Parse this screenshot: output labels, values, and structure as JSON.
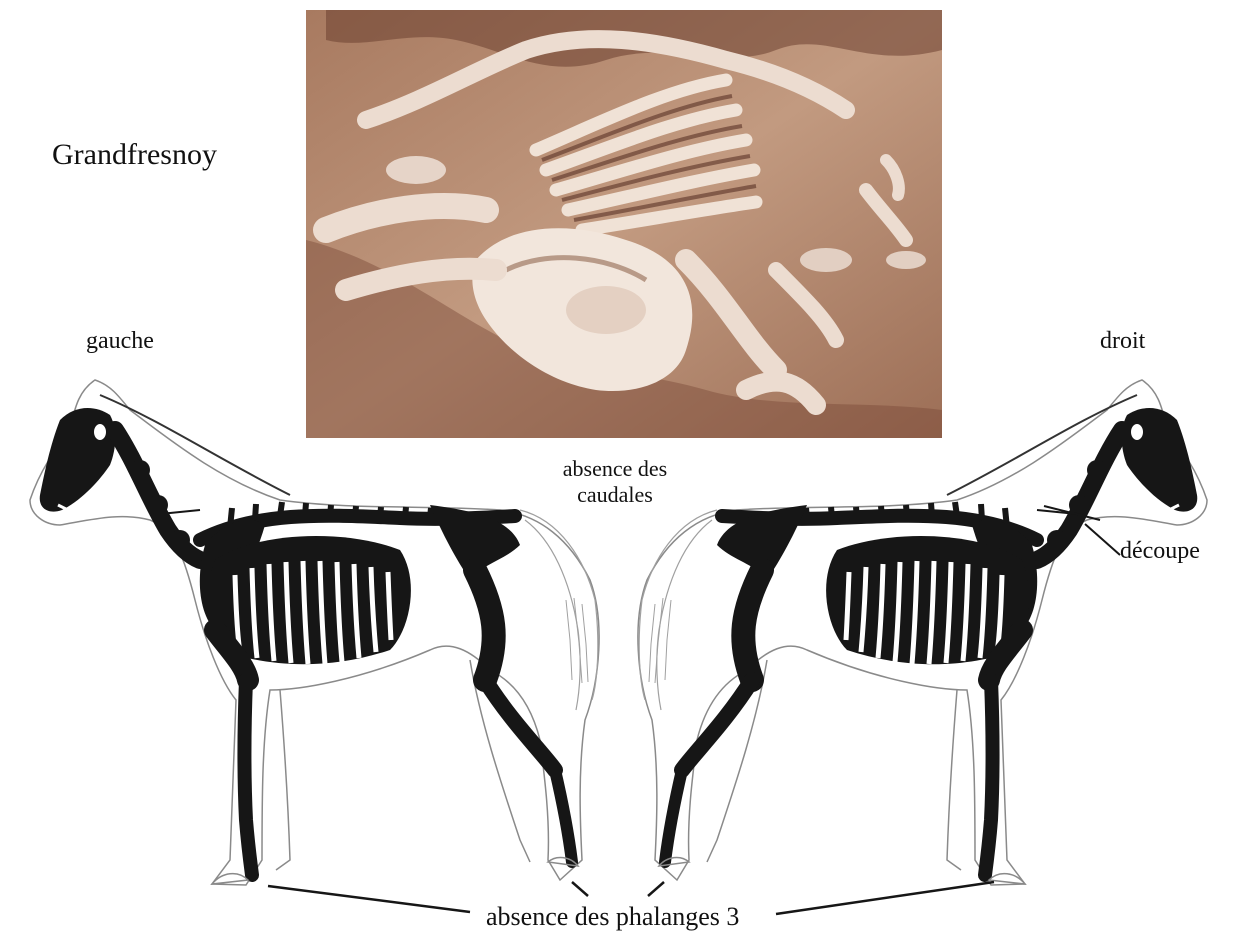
{
  "figure": {
    "site_name": "Grandfresnoy",
    "left_side_label": "gauche",
    "right_side_label": "droit",
    "caudal_annotation": "absence des caudales",
    "cut_annotation": "découpe",
    "phalanx_annotation": "absence des phalanges 3"
  },
  "colors": {
    "bone": "#161616",
    "outline": "#8a8a8a",
    "photo_soil": "#b58a6e",
    "photo_bone": "#ecdcd0",
    "photo_shadow": "#5a3226"
  }
}
